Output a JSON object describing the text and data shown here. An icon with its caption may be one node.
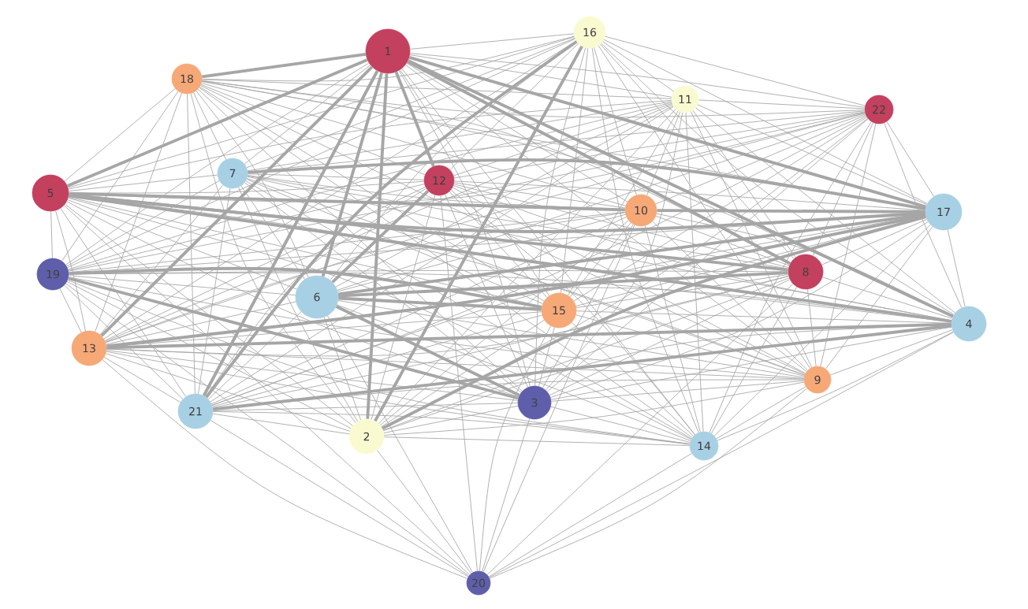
{
  "diagram": {
    "nodes": [
      {
        "text": [
          "1"
        ]
      },
      {
        "text": [
          "2"
        ]
      },
      {
        "text": [
          "3"
        ]
      },
      {
        "text": [
          "4"
        ]
      },
      {
        "text": [
          "5"
        ]
      },
      {
        "text": [
          "6"
        ]
      },
      {
        "text": [
          "7"
        ]
      },
      {
        "text": [
          "8"
        ]
      },
      {
        "text": [
          "9"
        ]
      },
      {
        "text": [
          "10"
        ]
      },
      {
        "text": [
          "11"
        ]
      },
      {
        "text": [
          "12"
        ]
      },
      {
        "text": [
          "13"
        ]
      },
      {
        "text": [
          "14"
        ]
      },
      {
        "text": [
          "15"
        ]
      },
      {
        "text": [
          "16"
        ]
      },
      {
        "text": [
          "17"
        ]
      },
      {
        "text": [
          "18"
        ]
      },
      {
        "text": [
          "19"
        ]
      },
      {
        "text": [
          "20"
        ]
      },
      {
        "text": [
          "21"
        ]
      },
      {
        "text": [
          "22"
        ]
      }
    ],
    "edges": [
      {
        "from": 0,
        "to": 1,
        "arrow": "none",
        "style": "thick"
      },
      {
        "from": 0,
        "to": 2,
        "arrow": "none"
      },
      {
        "from": 0,
        "to": 3,
        "arrow": "none",
        "style": "thick"
      },
      {
        "from": 0,
        "to": 4,
        "arrow": "none",
        "style": "thick"
      },
      {
        "from": 0,
        "to": 5,
        "arrow": "none",
        "style": "thick"
      },
      {
        "from": 0,
        "to": 6,
        "arrow": "none"
      },
      {
        "from": 0,
        "to": 7,
        "arrow": "none",
        "style": "thick"
      },
      {
        "from": 0,
        "to": 8,
        "arrow": "none"
      },
      {
        "from": 0,
        "to": 9,
        "arrow": "none"
      },
      {
        "from": 0,
        "to": 10,
        "arrow": "none"
      },
      {
        "from": 0,
        "to": 11,
        "arrow": "none",
        "style": "thick"
      },
      {
        "from": 0,
        "to": 12,
        "arrow": "none",
        "style": "thick"
      },
      {
        "from": 0,
        "to": 13,
        "arrow": "none"
      },
      {
        "from": 0,
        "to": 14,
        "arrow": "none"
      },
      {
        "from": 0,
        "to": 15,
        "arrow": "none"
      },
      {
        "from": 0,
        "to": 16,
        "arrow": "none",
        "style": "thick"
      },
      {
        "from": 0,
        "to": 17,
        "arrow": "none",
        "style": "thick"
      },
      {
        "from": 0,
        "to": 18,
        "arrow": "none"
      },
      {
        "from": 0,
        "to": 20,
        "arrow": "none",
        "style": "thick"
      },
      {
        "from": 0,
        "to": 21,
        "arrow": "none"
      },
      {
        "from": 1,
        "to": 2,
        "arrow": "none"
      },
      {
        "from": 1,
        "to": 3,
        "arrow": "none"
      },
      {
        "from": 1,
        "to": 4,
        "arrow": "none"
      },
      {
        "from": 1,
        "to": 5,
        "arrow": "none"
      },
      {
        "from": 1,
        "to": 6,
        "arrow": "none"
      },
      {
        "from": 1,
        "to": 7,
        "arrow": "none"
      },
      {
        "from": 1,
        "to": 8,
        "arrow": "none"
      },
      {
        "from": 1,
        "to": 9,
        "arrow": "none"
      },
      {
        "from": 1,
        "to": 10,
        "arrow": "none"
      },
      {
        "from": 1,
        "to": 11,
        "arrow": "none"
      },
      {
        "from": 1,
        "to": 12,
        "arrow": "none"
      },
      {
        "from": 1,
        "to": 13,
        "arrow": "none"
      },
      {
        "from": 1,
        "to": 14,
        "arrow": "none"
      },
      {
        "from": 1,
        "to": 15,
        "arrow": "none",
        "style": "thick"
      },
      {
        "from": 1,
        "to": 16,
        "arrow": "none",
        "style": "thick"
      },
      {
        "from": 1,
        "to": 17,
        "arrow": "none"
      },
      {
        "from": 1,
        "to": 18,
        "arrow": "none"
      },
      {
        "from": 1,
        "to": 19,
        "arrow": "none"
      },
      {
        "from": 1,
        "to": 20,
        "arrow": "none"
      },
      {
        "from": 1,
        "to": 21,
        "arrow": "none"
      },
      {
        "from": 2,
        "to": 3,
        "arrow": "none"
      },
      {
        "from": 2,
        "to": 4,
        "arrow": "none"
      },
      {
        "from": 2,
        "to": 5,
        "arrow": "none",
        "style": "thick"
      },
      {
        "from": 2,
        "to": 6,
        "arrow": "none"
      },
      {
        "from": 2,
        "to": 7,
        "arrow": "none"
      },
      {
        "from": 2,
        "to": 8,
        "arrow": "none"
      },
      {
        "from": 2,
        "to": 9,
        "arrow": "none"
      },
      {
        "from": 2,
        "to": 10,
        "arrow": "none"
      },
      {
        "from": 2,
        "to": 11,
        "arrow": "none"
      },
      {
        "from": 2,
        "to": 12,
        "arrow": "none"
      },
      {
        "from": 2,
        "to": 13,
        "arrow": "none"
      },
      {
        "from": 2,
        "to": 14,
        "arrow": "none"
      },
      {
        "from": 2,
        "to": 15,
        "arrow": "none"
      },
      {
        "from": 2,
        "to": 16,
        "arrow": "none"
      },
      {
        "from": 2,
        "to": 17,
        "arrow": "none"
      },
      {
        "from": 2,
        "to": 18,
        "arrow": "none",
        "style": "thick"
      },
      {
        "from": 2,
        "to": 19,
        "arrow": "none"
      },
      {
        "from": 2,
        "to": 20,
        "arrow": "none"
      },
      {
        "from": 2,
        "to": 21,
        "arrow": "none"
      },
      {
        "from": 3,
        "to": 4,
        "arrow": "none",
        "style": "thick"
      },
      {
        "from": 3,
        "to": 5,
        "arrow": "none"
      },
      {
        "from": 3,
        "to": 6,
        "arrow": "none"
      },
      {
        "from": 3,
        "to": 7,
        "arrow": "none"
      },
      {
        "from": 3,
        "to": 8,
        "arrow": "none"
      },
      {
        "from": 3,
        "to": 9,
        "arrow": "none"
      },
      {
        "from": 3,
        "to": 10,
        "arrow": "none"
      },
      {
        "from": 3,
        "to": 11,
        "arrow": "none"
      },
      {
        "from": 3,
        "to": 12,
        "arrow": "none",
        "style": "thick"
      },
      {
        "from": 3,
        "to": 13,
        "arrow": "none"
      },
      {
        "from": 3,
        "to": 14,
        "arrow": "none"
      },
      {
        "from": 3,
        "to": 15,
        "arrow": "none"
      },
      {
        "from": 3,
        "to": 16,
        "arrow": "none"
      },
      {
        "from": 3,
        "to": 17,
        "arrow": "none"
      },
      {
        "from": 3,
        "to": 18,
        "arrow": "none"
      },
      {
        "from": 3,
        "to": 19,
        "arrow": "none"
      },
      {
        "from": 3,
        "to": 20,
        "arrow": "none",
        "style": "thick"
      },
      {
        "from": 3,
        "to": 21,
        "arrow": "none"
      },
      {
        "from": 4,
        "to": 5,
        "arrow": "none"
      },
      {
        "from": 4,
        "to": 6,
        "arrow": "none"
      },
      {
        "from": 4,
        "to": 7,
        "arrow": "none",
        "style": "thick"
      },
      {
        "from": 4,
        "to": 8,
        "arrow": "none"
      },
      {
        "from": 4,
        "to": 9,
        "arrow": "none",
        "style": "thick"
      },
      {
        "from": 4,
        "to": 10,
        "arrow": "none"
      },
      {
        "from": 4,
        "to": 11,
        "arrow": "none"
      },
      {
        "from": 4,
        "to": 12,
        "arrow": "none"
      },
      {
        "from": 4,
        "to": 13,
        "arrow": "none"
      },
      {
        "from": 4,
        "to": 14,
        "arrow": "none"
      },
      {
        "from": 4,
        "to": 15,
        "arrow": "none"
      },
      {
        "from": 4,
        "to": 16,
        "arrow": "none",
        "style": "thick"
      },
      {
        "from": 4,
        "to": 17,
        "arrow": "none"
      },
      {
        "from": 4,
        "to": 18,
        "arrow": "none"
      },
      {
        "from": 4,
        "to": 19,
        "arrow": "none"
      },
      {
        "from": 4,
        "to": 20,
        "arrow": "none"
      },
      {
        "from": 4,
        "to": 21,
        "arrow": "none"
      },
      {
        "from": 5,
        "to": 6,
        "arrow": "none"
      },
      {
        "from": 5,
        "to": 7,
        "arrow": "none",
        "style": "thick"
      },
      {
        "from": 5,
        "to": 8,
        "arrow": "none"
      },
      {
        "from": 5,
        "to": 9,
        "arrow": "none"
      },
      {
        "from": 5,
        "to": 10,
        "arrow": "none"
      },
      {
        "from": 5,
        "to": 11,
        "arrow": "none",
        "style": "thick"
      },
      {
        "from": 5,
        "to": 12,
        "arrow": "none"
      },
      {
        "from": 5,
        "to": 13,
        "arrow": "none"
      },
      {
        "from": 5,
        "to": 14,
        "arrow": "none",
        "style": "thick"
      },
      {
        "from": 5,
        "to": 15,
        "arrow": "none"
      },
      {
        "from": 5,
        "to": 16,
        "arrow": "none",
        "style": "thick"
      },
      {
        "from": 5,
        "to": 17,
        "arrow": "none"
      },
      {
        "from": 5,
        "to": 18,
        "arrow": "none"
      },
      {
        "from": 5,
        "to": 19,
        "arrow": "none"
      },
      {
        "from": 5,
        "to": 20,
        "arrow": "none"
      },
      {
        "from": 5,
        "to": 21,
        "arrow": "none"
      },
      {
        "from": 6,
        "to": 7,
        "arrow": "none"
      },
      {
        "from": 6,
        "to": 8,
        "arrow": "none"
      },
      {
        "from": 6,
        "to": 9,
        "arrow": "none"
      },
      {
        "from": 6,
        "to": 10,
        "arrow": "none"
      },
      {
        "from": 6,
        "to": 11,
        "arrow": "none"
      },
      {
        "from": 6,
        "to": 12,
        "arrow": "none"
      },
      {
        "from": 6,
        "to": 13,
        "arrow": "none"
      },
      {
        "from": 6,
        "to": 14,
        "arrow": "none"
      },
      {
        "from": 6,
        "to": 15,
        "arrow": "none"
      },
      {
        "from": 6,
        "to": 16,
        "arrow": "none",
        "style": "thick"
      },
      {
        "from": 6,
        "to": 17,
        "arrow": "none"
      },
      {
        "from": 6,
        "to": 18,
        "arrow": "none"
      },
      {
        "from": 6,
        "to": 20,
        "arrow": "none"
      },
      {
        "from": 6,
        "to": 21,
        "arrow": "none"
      },
      {
        "from": 7,
        "to": 8,
        "arrow": "none"
      },
      {
        "from": 7,
        "to": 9,
        "arrow": "none"
      },
      {
        "from": 7,
        "to": 10,
        "arrow": "none"
      },
      {
        "from": 7,
        "to": 11,
        "arrow": "none"
      },
      {
        "from": 7,
        "to": 12,
        "arrow": "none"
      },
      {
        "from": 7,
        "to": 13,
        "arrow": "none"
      },
      {
        "from": 7,
        "to": 14,
        "arrow": "none"
      },
      {
        "from": 7,
        "to": 15,
        "arrow": "none"
      },
      {
        "from": 7,
        "to": 16,
        "arrow": "none"
      },
      {
        "from": 7,
        "to": 17,
        "arrow": "none"
      },
      {
        "from": 7,
        "to": 18,
        "arrow": "none"
      },
      {
        "from": 7,
        "to": 19,
        "arrow": "none"
      },
      {
        "from": 7,
        "to": 20,
        "arrow": "none"
      },
      {
        "from": 7,
        "to": 21,
        "arrow": "none"
      },
      {
        "from": 8,
        "to": 9,
        "arrow": "none"
      },
      {
        "from": 8,
        "to": 10,
        "arrow": "none"
      },
      {
        "from": 8,
        "to": 11,
        "arrow": "none"
      },
      {
        "from": 8,
        "to": 12,
        "arrow": "none"
      },
      {
        "from": 8,
        "to": 13,
        "arrow": "none"
      },
      {
        "from": 8,
        "to": 14,
        "arrow": "none"
      },
      {
        "from": 8,
        "to": 15,
        "arrow": "none"
      },
      {
        "from": 8,
        "to": 16,
        "arrow": "none"
      },
      {
        "from": 8,
        "to": 17,
        "arrow": "none"
      },
      {
        "from": 8,
        "to": 18,
        "arrow": "none"
      },
      {
        "from": 8,
        "to": 19,
        "arrow": "none"
      },
      {
        "from": 8,
        "to": 20,
        "arrow": "none"
      },
      {
        "from": 8,
        "to": 21,
        "arrow": "none"
      },
      {
        "from": 9,
        "to": 10,
        "arrow": "none"
      },
      {
        "from": 9,
        "to": 11,
        "arrow": "none"
      },
      {
        "from": 9,
        "to": 12,
        "arrow": "none"
      },
      {
        "from": 9,
        "to": 13,
        "arrow": "none"
      },
      {
        "from": 9,
        "to": 14,
        "arrow": "none"
      },
      {
        "from": 9,
        "to": 15,
        "arrow": "none"
      },
      {
        "from": 9,
        "to": 16,
        "arrow": "none",
        "style": "thick"
      },
      {
        "from": 9,
        "to": 17,
        "arrow": "none"
      },
      {
        "from": 9,
        "to": 18,
        "arrow": "none"
      },
      {
        "from": 9,
        "to": 19,
        "arrow": "none"
      },
      {
        "from": 9,
        "to": 20,
        "arrow": "none"
      },
      {
        "from": 9,
        "to": 21,
        "arrow": "none"
      },
      {
        "from": 10,
        "to": 11,
        "arrow": "none"
      },
      {
        "from": 10,
        "to": 12,
        "arrow": "none"
      },
      {
        "from": 10,
        "to": 13,
        "arrow": "none"
      },
      {
        "from": 10,
        "to": 14,
        "arrow": "none"
      },
      {
        "from": 10,
        "to": 15,
        "arrow": "none"
      },
      {
        "from": 10,
        "to": 16,
        "arrow": "none"
      },
      {
        "from": 10,
        "to": 17,
        "arrow": "none"
      },
      {
        "from": 10,
        "to": 18,
        "arrow": "none"
      },
      {
        "from": 10,
        "to": 20,
        "arrow": "none"
      },
      {
        "from": 10,
        "to": 21,
        "arrow": "none"
      },
      {
        "from": 11,
        "to": 12,
        "arrow": "none"
      },
      {
        "from": 11,
        "to": 13,
        "arrow": "none"
      },
      {
        "from": 11,
        "to": 14,
        "arrow": "none"
      },
      {
        "from": 11,
        "to": 15,
        "arrow": "none"
      },
      {
        "from": 11,
        "to": 16,
        "arrow": "none"
      },
      {
        "from": 11,
        "to": 17,
        "arrow": "none"
      },
      {
        "from": 11,
        "to": 18,
        "arrow": "none"
      },
      {
        "from": 11,
        "to": 19,
        "arrow": "none"
      },
      {
        "from": 11,
        "to": 20,
        "arrow": "none"
      },
      {
        "from": 11,
        "to": 21,
        "arrow": "none"
      },
      {
        "from": 12,
        "to": 13,
        "arrow": "none"
      },
      {
        "from": 12,
        "to": 14,
        "arrow": "none"
      },
      {
        "from": 12,
        "to": 15,
        "arrow": "none"
      },
      {
        "from": 12,
        "to": 16,
        "arrow": "none",
        "style": "thick"
      },
      {
        "from": 12,
        "to": 17,
        "arrow": "none"
      },
      {
        "from": 12,
        "to": 18,
        "arrow": "none"
      },
      {
        "from": 12,
        "to": 19,
        "arrow": "none"
      },
      {
        "from": 12,
        "to": 20,
        "arrow": "none"
      },
      {
        "from": 12,
        "to": 21,
        "arrow": "none"
      },
      {
        "from": 13,
        "to": 14,
        "arrow": "none"
      },
      {
        "from": 13,
        "to": 15,
        "arrow": "none"
      },
      {
        "from": 13,
        "to": 16,
        "arrow": "none"
      },
      {
        "from": 13,
        "to": 17,
        "arrow": "none"
      },
      {
        "from": 13,
        "to": 18,
        "arrow": "none"
      },
      {
        "from": 13,
        "to": 19,
        "arrow": "none"
      },
      {
        "from": 13,
        "to": 20,
        "arrow": "none"
      },
      {
        "from": 13,
        "to": 21,
        "arrow": "none"
      },
      {
        "from": 14,
        "to": 15,
        "arrow": "none"
      },
      {
        "from": 14,
        "to": 16,
        "arrow": "none"
      },
      {
        "from": 14,
        "to": 17,
        "arrow": "none"
      },
      {
        "from": 14,
        "to": 18,
        "arrow": "none",
        "style": "thick"
      },
      {
        "from": 14,
        "to": 19,
        "arrow": "none"
      },
      {
        "from": 14,
        "to": 20,
        "arrow": "none"
      },
      {
        "from": 14,
        "to": 21,
        "arrow": "none"
      },
      {
        "from": 15,
        "to": 16,
        "arrow": "none"
      },
      {
        "from": 15,
        "to": 17,
        "arrow": "none"
      },
      {
        "from": 15,
        "to": 18,
        "arrow": "none"
      },
      {
        "from": 15,
        "to": 20,
        "arrow": "none",
        "style": "thick"
      },
      {
        "from": 15,
        "to": 21,
        "arrow": "none"
      },
      {
        "from": 16,
        "to": 17,
        "arrow": "none"
      },
      {
        "from": 16,
        "to": 18,
        "arrow": "none"
      },
      {
        "from": 16,
        "to": 20,
        "arrow": "none"
      },
      {
        "from": 16,
        "to": 21,
        "arrow": "none"
      },
      {
        "from": 17,
        "to": 18,
        "arrow": "none"
      },
      {
        "from": 17,
        "to": 20,
        "arrow": "none"
      },
      {
        "from": 17,
        "to": 21,
        "arrow": "none"
      },
      {
        "from": 18,
        "to": 19,
        "arrow": "none"
      },
      {
        "from": 18,
        "to": 20,
        "arrow": "none"
      },
      {
        "from": 18,
        "to": 21,
        "arrow": "none"
      },
      {
        "from": 19,
        "to": 20,
        "arrow": "none"
      },
      {
        "from": 20,
        "to": 21,
        "arrow": "none"
      }
    ]
  }
}
